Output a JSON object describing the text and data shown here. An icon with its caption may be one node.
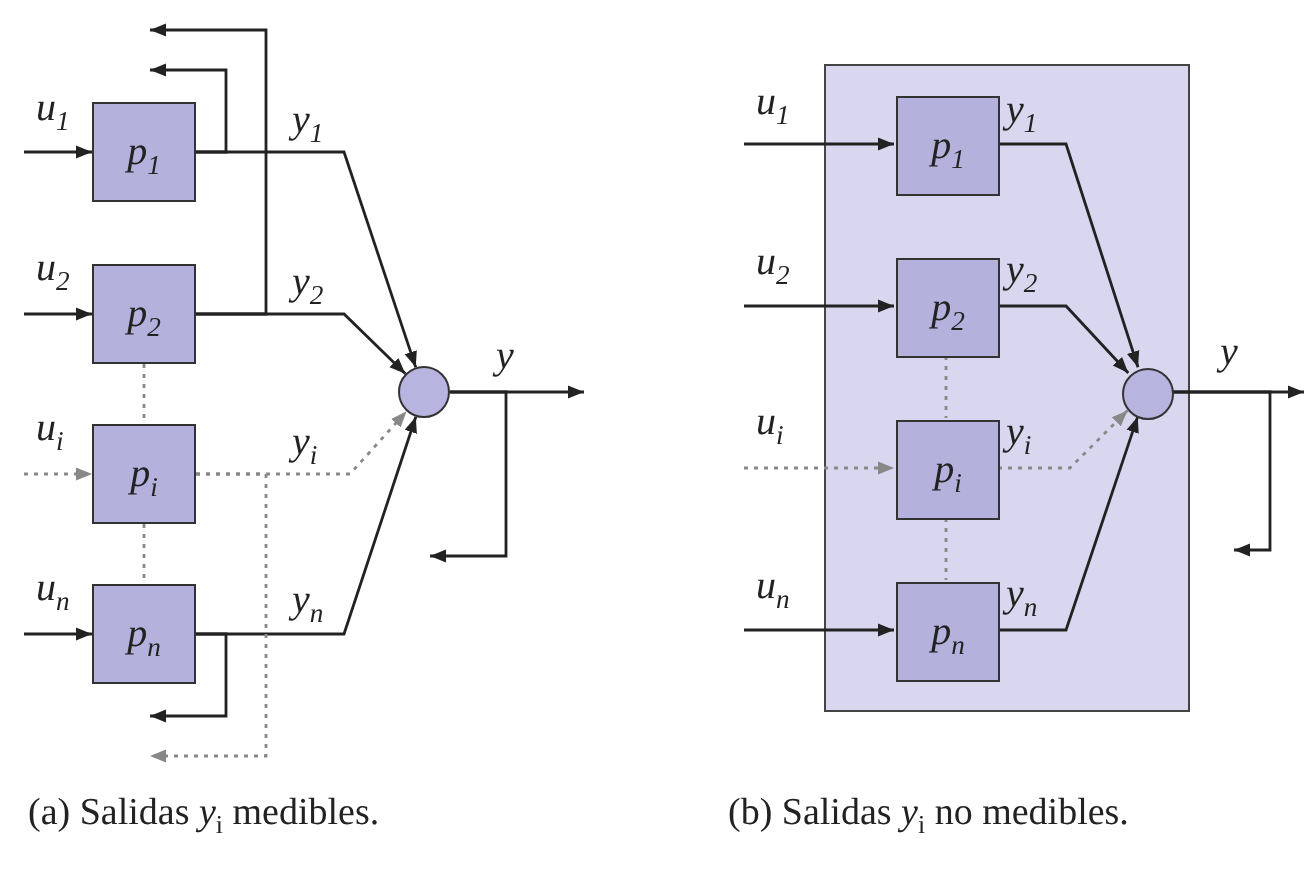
{
  "diagram": {
    "nodes": [
      {
        "text": [
          "p$_{1}$"
        ]
      },
      {
        "text": [
          "p$_{2}$"
        ]
      },
      {
        "text": [
          "p$_{i}$"
        ]
      },
      {
        "text": [
          "p$_{n}$"
        ]
      },
      {
        "text": [],
        "shape": "circle"
      },
      {
        "text": [],
        "shape": "box"
      },
      {
        "text": [
          "p$_{1}$"
        ],
        "in": 5
      },
      {
        "text": [
          "p$_{2}$"
        ],
        "in": 5
      },
      {
        "text": [
          "p$_{i}$"
        ],
        "in": 5
      },
      {
        "text": [
          "p$_{n}$"
        ],
        "in": 5
      },
      {
        "text": [],
        "shape": "circle",
        "in": 5
      }
    ],
    "edges": [
      {
        "from": null,
        "to": 0,
        "arrow": "to",
        "label": "u$_{1}$"
      },
      {
        "from": null,
        "to": 1,
        "arrow": "to",
        "label": "u$_{2}$"
      },
      {
        "from": null,
        "to": 2,
        "arrow": "to",
        "label": "u$_{i}$",
        "style": "dashed",
        "color": "#888888"
      },
      {
        "from": null,
        "to": 3,
        "arrow": "to",
        "label": "u$_{n}$"
      },
      {
        "from": 0,
        "to": 4,
        "arrow": "to",
        "label": "y$_{1}$"
      },
      {
        "from": 1,
        "to": 4,
        "arrow": "to",
        "label": "y$_{2}$"
      },
      {
        "from": 2,
        "to": 4,
        "arrow": "to",
        "label": "y$_{i}$",
        "style": "dashed",
        "color": "#888888"
      },
      {
        "from": 3,
        "to": 4,
        "arrow": "to",
        "label": "y$_{n}$"
      },
      {
        "from": 0,
        "to": null,
        "arrow": "to"
      },
      {
        "from": 1,
        "to": null,
        "arrow": "to"
      },
      {
        "from": 2,
        "to": null,
        "arrow": "to",
        "style": "dashed",
        "color": "#888888"
      },
      {
        "from": 3,
        "to": null,
        "arrow": "to"
      },
      {
        "from": 4,
        "to": null,
        "arrow": "to",
        "label": "y"
      },
      {
        "from": 4,
        "to": null,
        "arrow": "to"
      },
      {
        "from": 1,
        "to": 2,
        "arrow": "none",
        "style": "dashed",
        "color": "#888888"
      },
      {
        "from": 2,
        "to": 3,
        "arrow": "none",
        "style": "dashed",
        "color": "#888888"
      },
      {
        "from": null,
        "to": 6,
        "arrow": "to",
        "label": "u$_{1}$"
      },
      {
        "from": null,
        "to": 7,
        "arrow": "to",
        "label": "u$_{2}$"
      },
      {
        "from": null,
        "to": 8,
        "arrow": "to",
        "label": "u$_{i}$",
        "style": "dashed",
        "color": "#888888"
      },
      {
        "from": null,
        "to": 9,
        "arrow": "to",
        "label": "u$_{n}$"
      },
      {
        "from": 6,
        "to": 10,
        "arrow": "to",
        "label": "y$_{1}$"
      },
      {
        "from": 7,
        "to": 10,
        "arrow": "to",
        "label": "y$_{2}$"
      },
      {
        "from": 8,
        "to": 10,
        "arrow": "to",
        "label": "y$_{i}$",
        "style": "dashed",
        "color": "#888888"
      },
      {
        "from": 9,
        "to": 10,
        "arrow": "to",
        "label": "y$_{n}$"
      },
      {
        "from": 10,
        "to": null,
        "arrow": "to",
        "label": "y"
      },
      {
        "from": 10,
        "to": null,
        "arrow": "to"
      },
      {
        "from": 7,
        "to": 8,
        "arrow": "none",
        "style": "dashed",
        "color": "#888888"
      },
      {
        "from": 8,
        "to": 9,
        "arrow": "none",
        "style": "dashed",
        "color": "#888888"
      }
    ],
    "labels": [
      "(a) Salidas *y*$_{i}$ medibles.",
      "(b) Salidas *y*$_{i}$ no medibles."
    ]
  }
}
